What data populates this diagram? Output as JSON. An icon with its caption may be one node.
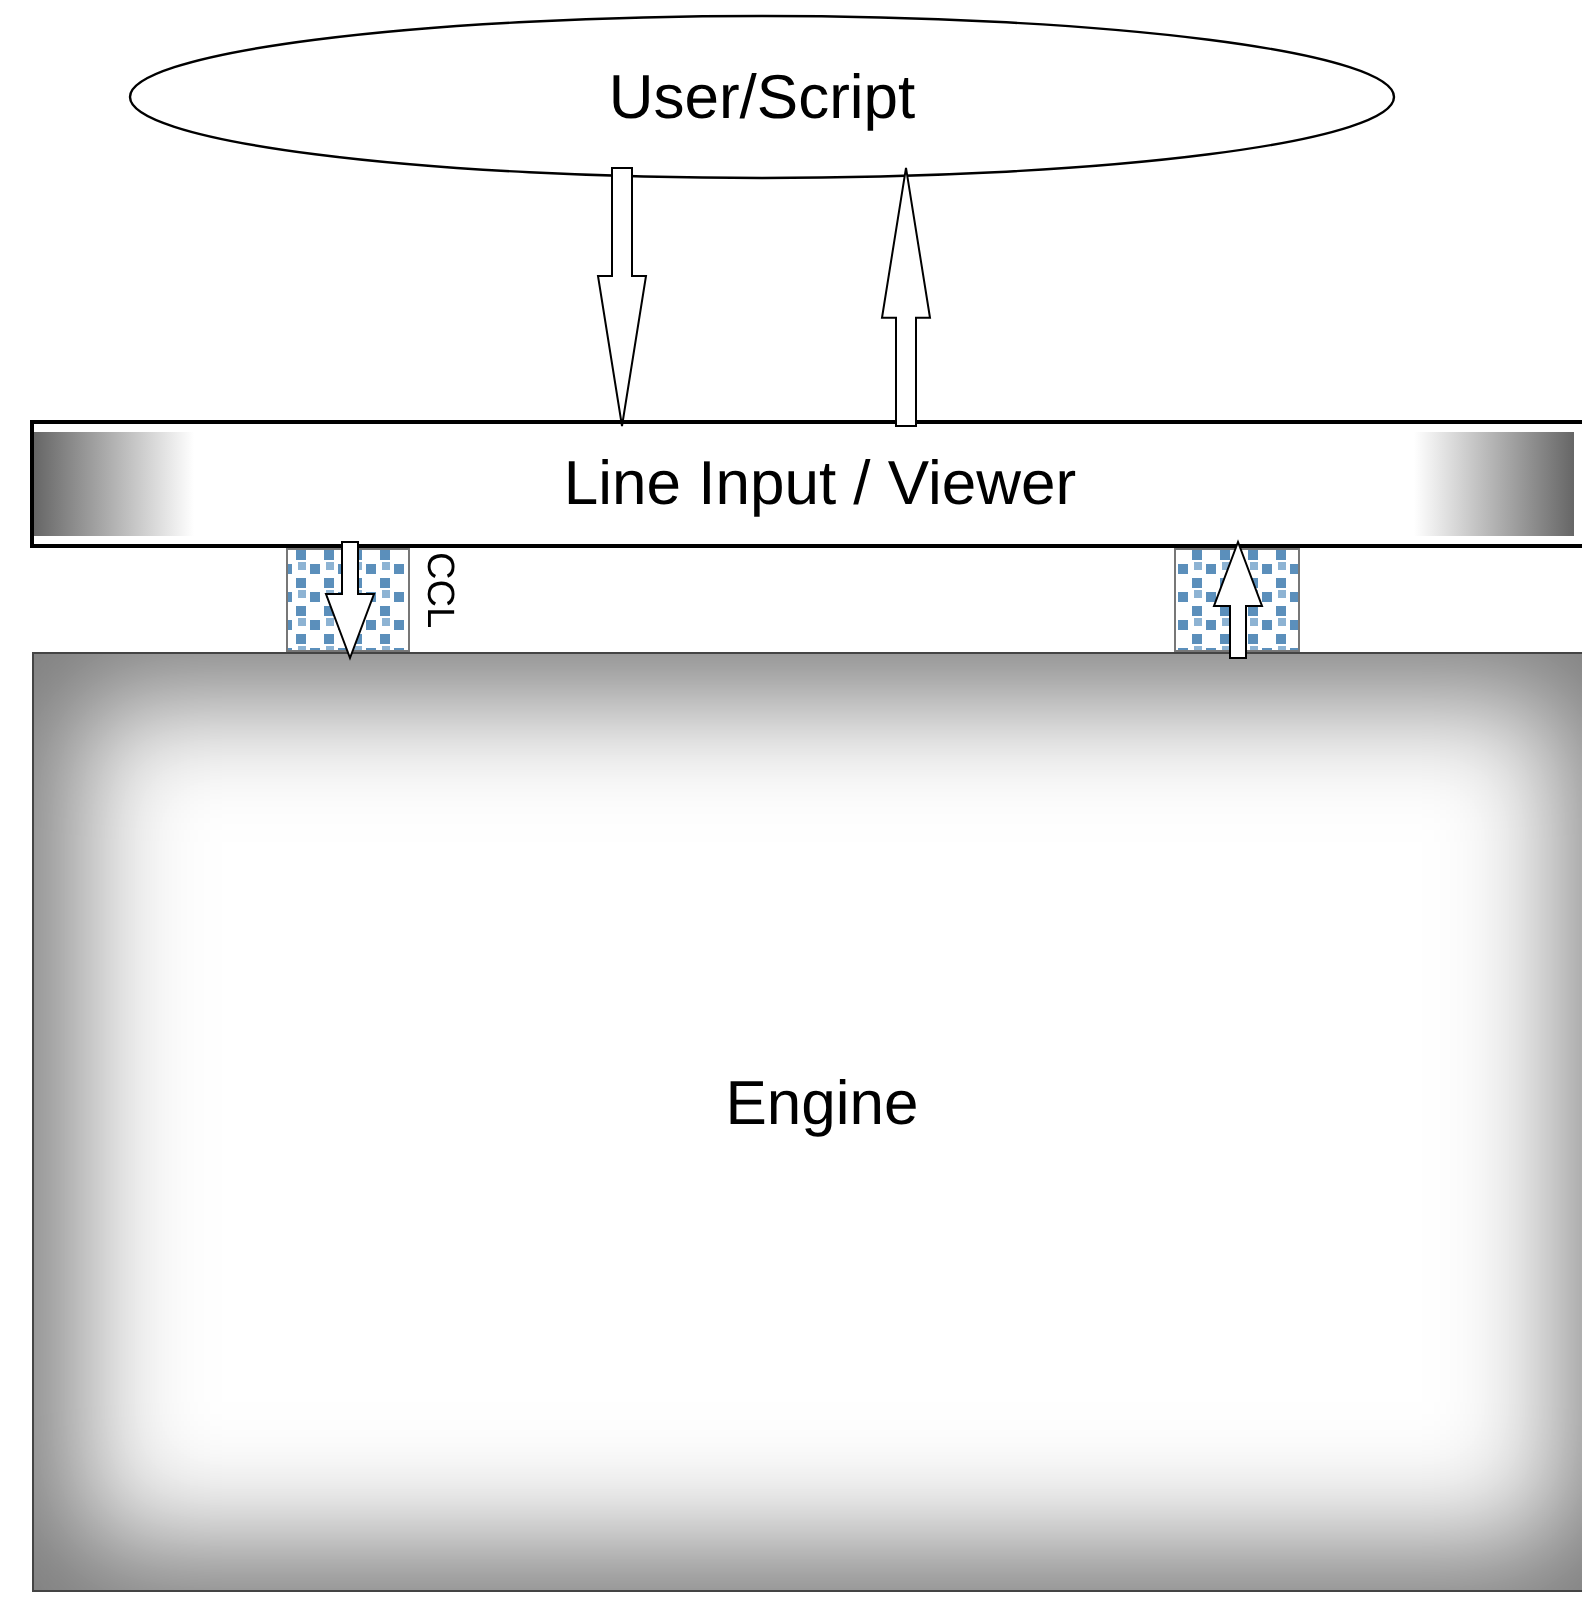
{
  "diagram": {
    "nodes": [
      {
        "text": [
          "User/Script"
        ]
      },
      {
        "text": [
          "Line Input / Viewer"
        ]
      },
      {
        "text": [
          "Engine"
        ]
      }
    ],
    "edges": [
      {
        "from": 0,
        "to": 1,
        "arrow": "to"
      },
      {
        "from": 1,
        "to": 0,
        "arrow": "to"
      },
      {
        "from": 1,
        "to": 2,
        "arrow": "to"
      },
      {
        "from": 2,
        "to": 1,
        "arrow": "to"
      }
    ],
    "labels": [
      "CCL"
    ]
  }
}
